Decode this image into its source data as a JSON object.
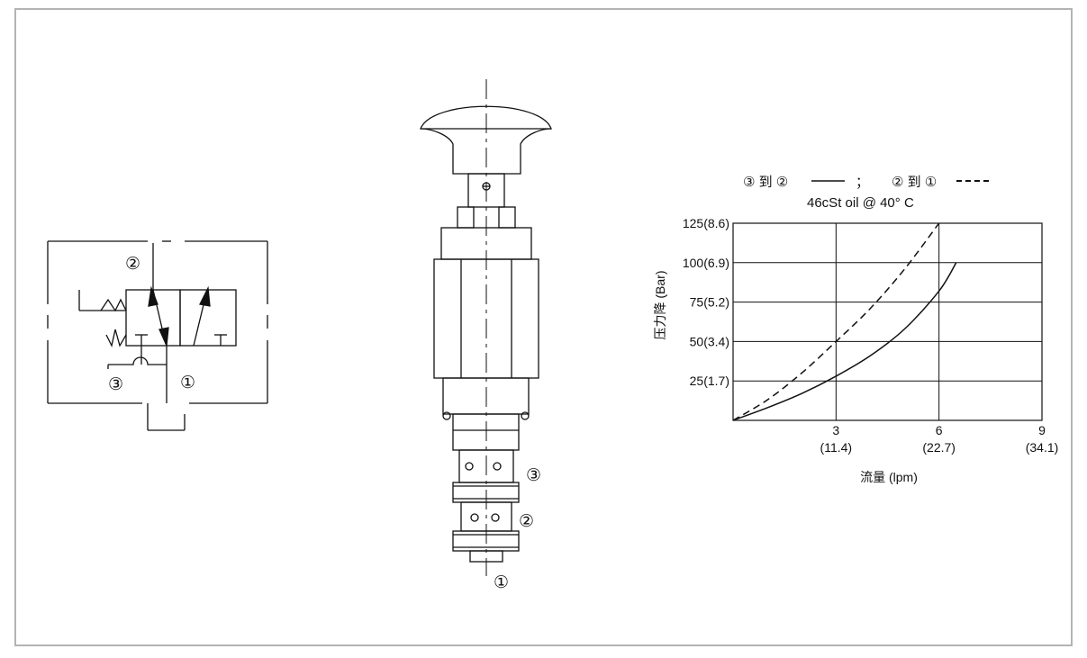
{
  "schematic": {
    "port_2": "②",
    "port_3": "③",
    "port_1": "①"
  },
  "cartridge": {
    "port_3": "③",
    "port_2": "②",
    "port_1": "①"
  },
  "chart_data": {
    "type": "line",
    "legend": {
      "solid_label": "③ 到 ②",
      "separator": "；",
      "dashed_label": "② 到 ①"
    },
    "subtitle": "46cSt oil @ 40°  C",
    "ylabel": "压力降 (Bar)",
    "xlabel": "流量 (lpm)",
    "xlim": [
      0,
      9
    ],
    "ylim": [
      0,
      125
    ],
    "grid": true,
    "x_ticks": [
      {
        "value": 3,
        "label": "3",
        "sublabel": "(11.4)"
      },
      {
        "value": 6,
        "label": "6",
        "sublabel": "(22.7)"
      },
      {
        "value": 9,
        "label": "9",
        "sublabel": "(34.1)"
      }
    ],
    "y_ticks": [
      {
        "value": 25,
        "label": "25(1.7)"
      },
      {
        "value": 50,
        "label": "50(3.4)"
      },
      {
        "value": 75,
        "label": "75(5.2)"
      },
      {
        "value": 100,
        "label": "100(6.9)"
      },
      {
        "value": 125,
        "label": "125(8.6)"
      }
    ],
    "series": [
      {
        "name": "③ 到 ②",
        "style": "solid",
        "x": [
          0,
          1,
          2,
          3,
          4,
          5,
          6,
          6.5
        ],
        "y": [
          0,
          8,
          17,
          28,
          41,
          58,
          82,
          100
        ]
      },
      {
        "name": "② 到 ①",
        "style": "dashed",
        "x": [
          0,
          1,
          2,
          3,
          4,
          5,
          6
        ],
        "y": [
          0,
          13,
          30,
          50,
          71,
          96,
          125
        ]
      }
    ]
  }
}
